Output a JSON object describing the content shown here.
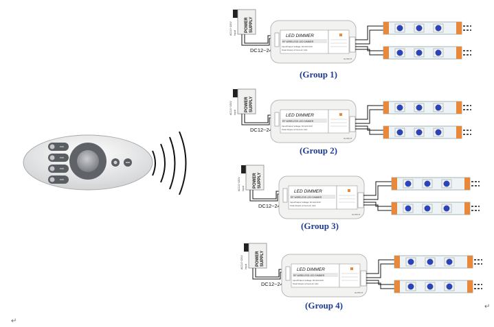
{
  "remote": {
    "buttons": [
      "",
      "",
      "",
      ""
    ]
  },
  "power_supply": {
    "label_line1": "POWER",
    "label_line2": "SUPPLY",
    "ac_text": "AC110~220V",
    "input_text": "Input"
  },
  "dimmer": {
    "title": "LED DIMMER",
    "subtitle": "RF WIRELESS LED DIMMER",
    "spec1": "Input/Output Voltage: DC12V-24V",
    "spec2": "Total Output of Current: 12A",
    "output_text": "OUTPUT",
    "voltage_label": "DC12~24V"
  },
  "groups": [
    {
      "label": "(Group 1)"
    },
    {
      "label": "(Group 2)"
    },
    {
      "label": "(Group 3)"
    },
    {
      "label": "(Group 4)"
    }
  ],
  "colors": {
    "group_label": "#1f3a93",
    "strip_orange": "#e8883a",
    "led_blue": "#2b45b8",
    "housing": "#f2f2f0"
  },
  "paragraph_mark": "↵"
}
